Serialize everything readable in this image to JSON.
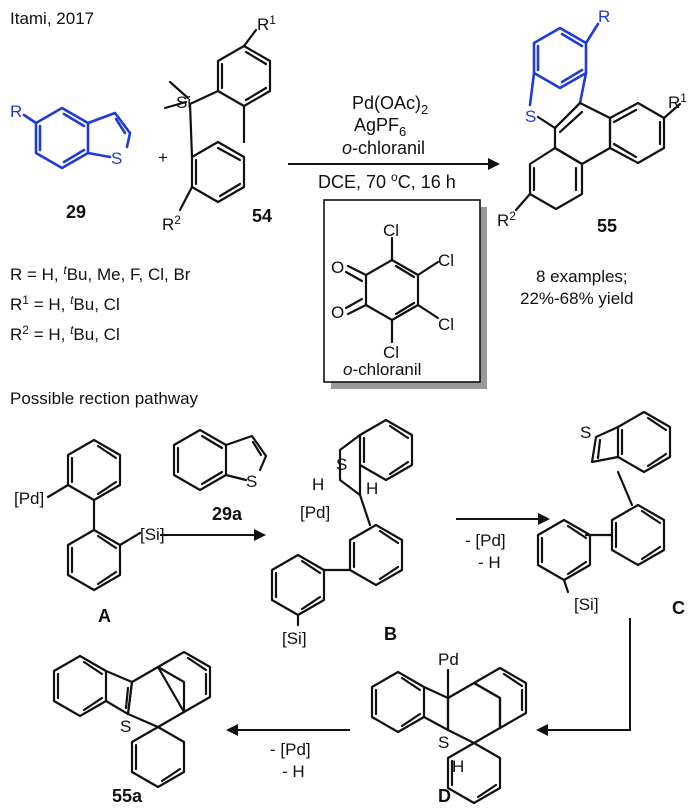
{
  "header": {
    "citation": "Itami, 2017"
  },
  "scheme": {
    "compound_29": "29",
    "compound_54": "54",
    "compound_55": "55",
    "plus": "+",
    "conditions": {
      "catalyst": "Pd(OAc)2",
      "additive": "AgPF6",
      "oxidant": "o-chloranil",
      "solvent_temp_time": "DCE, 70 oC, 16 h"
    },
    "substituents": {
      "r": "R = H, tBu, Me, F, Cl, Br",
      "r1": "R1 = H, tBu, Cl",
      "r2": "R2 = H, tBu, Cl"
    },
    "scope": {
      "examples": "8 examples;",
      "yield": "22%-68% yield"
    },
    "chloranil_box": {
      "name": "o-chloranil"
    }
  },
  "pathway": {
    "title": "Possible rection pathway",
    "labels": {
      "A": "A",
      "B": "B",
      "C": "C",
      "D": "D",
      "p55a": "55a",
      "p29a": "29a"
    },
    "step_bc": [
      "- [Pd]",
      "- H"
    ],
    "step_d55a": [
      "- [Pd]",
      "- H"
    ]
  },
  "atoms": {
    "pd": "[Pd]",
    "pd_plain": "Pd",
    "si": "[Si]",
    "s": "S",
    "h": "H",
    "cl": "Cl",
    "o": "O",
    "si_atom": "Si"
  },
  "colors": {
    "highlight": "#1f3ad6",
    "ink": "#111111",
    "shadow": "#9a9a9a"
  }
}
